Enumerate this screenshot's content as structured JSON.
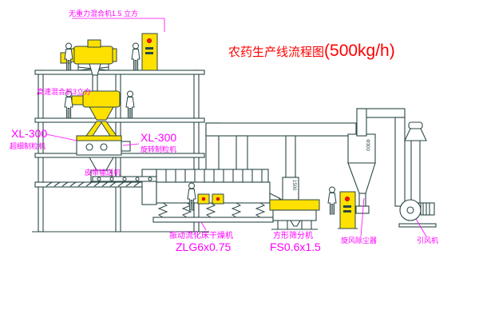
{
  "diagram": {
    "title": "农药生产线流程图",
    "capacity": "(500kg/h)"
  },
  "labels": {
    "gravity_free_mixer": "无重力混合机1.5 立方",
    "high_speed_mixer": "高速混合机3立方",
    "left_granulator": {
      "model": "XL-300",
      "name": "超细制粒机"
    },
    "center_granulator": {
      "model": "XL-300",
      "name": "旋转制粒机"
    },
    "belt_conveyor": "皮带输送机",
    "dryer": {
      "name": "振动流化床干燥机",
      "model": "ZLG6x0.75"
    },
    "sieve": {
      "name": "方形筛分机",
      "model": "FS0.6x1.5"
    },
    "cyclone": "旋风除尘器",
    "fan": "引风机"
  },
  "annotations": {
    "cyclone_diameter": "Φ300",
    "feed_box": "1500"
  },
  "colors": {
    "line": "#2b4747",
    "equipment_fill": "#ffe100",
    "label_magenta": "#ff00ff",
    "title_red": "#ff0000"
  }
}
